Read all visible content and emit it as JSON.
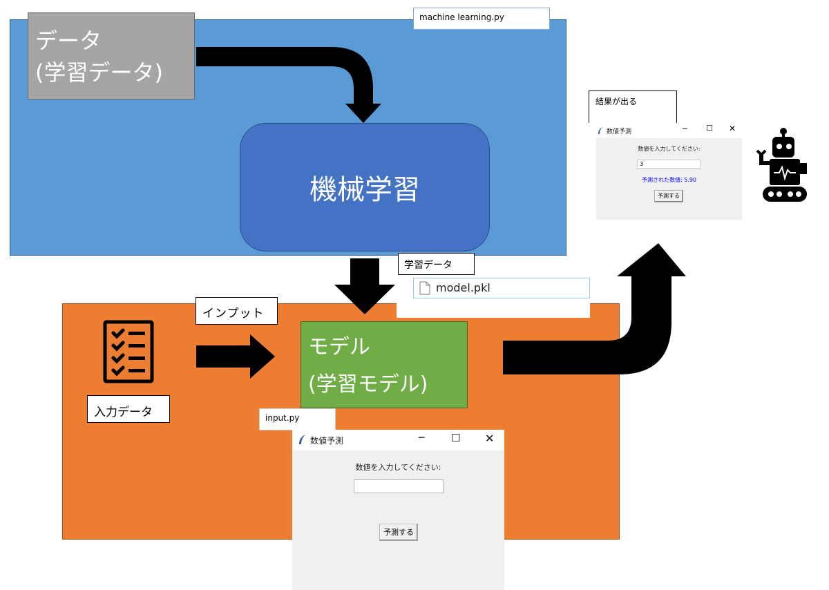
{
  "top_section": {
    "data_box_line1": "データ",
    "data_box_line2": "(学習データ)",
    "ml_box": "機械学習",
    "file_label": "machine learning.py"
  },
  "middle": {
    "training_label": "学習データ",
    "model_file": "model.pkl",
    "input_label": "インプット"
  },
  "bottom_section": {
    "model_box_line1": "モデル",
    "model_box_line2": "(学習モデル)",
    "input_data_label": "入力データ",
    "input_file_label": "input.py"
  },
  "small_window": {
    "result_label": "結果が出る",
    "title": "数値予測",
    "prompt": "数値を入力してください:",
    "input_value": "3",
    "prediction": "予測された数値: 5.90",
    "button": "予測する"
  },
  "big_window": {
    "title": "数値予測",
    "prompt": "数値を入力してください:",
    "input_value": "",
    "button": "予測する"
  },
  "colors": {
    "blue_bg": "#5b9bd5",
    "ml_box": "#4472c4",
    "orange_bg": "#ed7d31",
    "model_box": "#70ad47",
    "gray_box": "#a5a5a5",
    "prediction_text": "#0000ff"
  },
  "icons": [
    "checklist-icon",
    "robot-icon",
    "feather-icon",
    "file-icon"
  ]
}
